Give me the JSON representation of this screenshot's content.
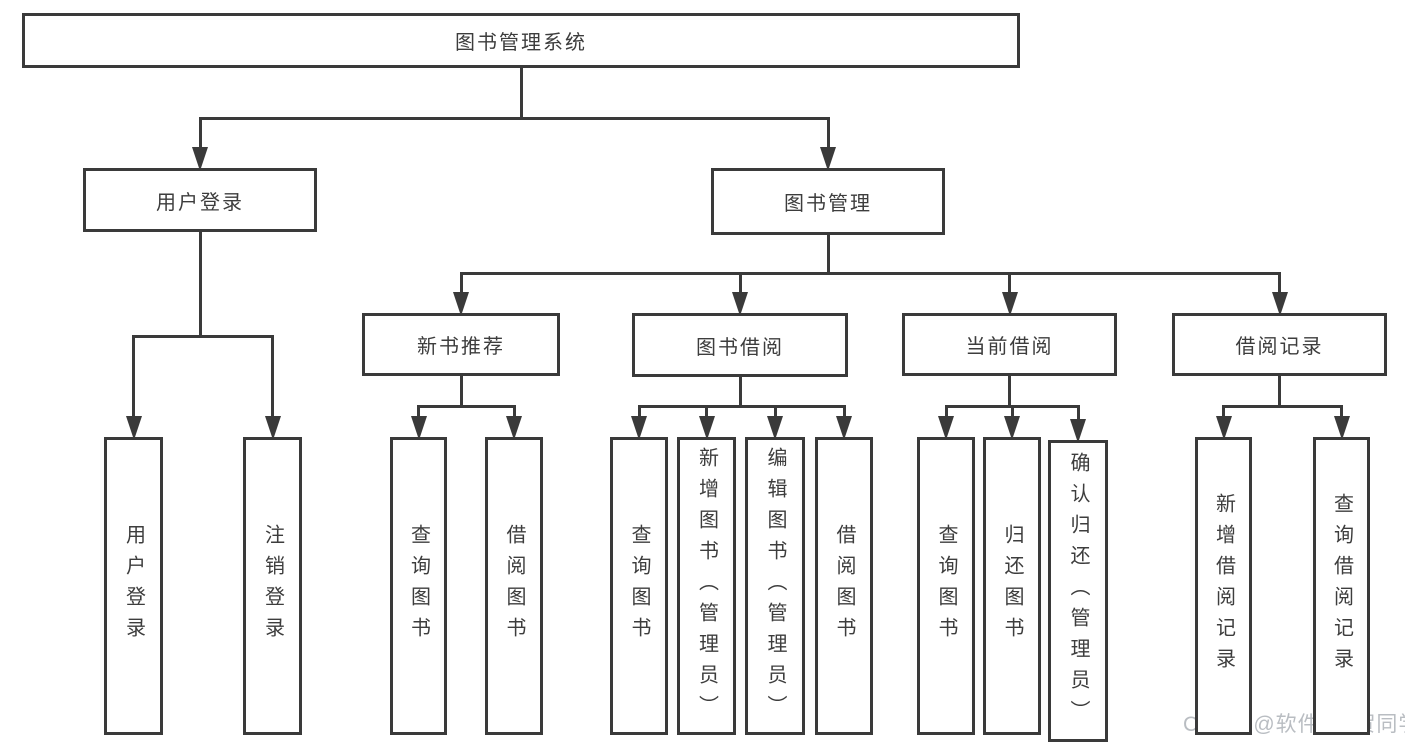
{
  "watermark": "CSDN @软件_小贺同学",
  "colors": {
    "line": "#3a3a3a",
    "text": "#3d3d3d",
    "watermark": "#b9bdc2",
    "background": "#ffffff"
  },
  "tree": {
    "id": "root",
    "label": "图书管理系统",
    "children": [
      {
        "id": "user-login",
        "label": "用户登录",
        "children": [
          {
            "id": "user-login-leaf",
            "label": "用户登录"
          },
          {
            "id": "logout",
            "label": "注销登录"
          }
        ]
      },
      {
        "id": "book-mgmt",
        "label": "图书管理",
        "children": [
          {
            "id": "new-book-rec",
            "label": "新书推荐",
            "children": [
              {
                "id": "nb-query",
                "label": "查询图书"
              },
              {
                "id": "nb-borrow",
                "label": "借阅图书"
              }
            ]
          },
          {
            "id": "book-borrow",
            "label": "图书借阅",
            "children": [
              {
                "id": "bb-query",
                "label": "查询图书"
              },
              {
                "id": "bb-add",
                "label": "新增图书（管理员）"
              },
              {
                "id": "bb-edit",
                "label": "编辑图书（管理员）"
              },
              {
                "id": "bb-borrow",
                "label": "借阅图书"
              }
            ]
          },
          {
            "id": "current-borrow",
            "label": "当前借阅",
            "children": [
              {
                "id": "cb-query",
                "label": "查询图书"
              },
              {
                "id": "cb-return",
                "label": "归还图书"
              },
              {
                "id": "cb-confirm",
                "label": "确认归还（管理员）"
              }
            ]
          },
          {
            "id": "borrow-records",
            "label": "借阅记录",
            "children": [
              {
                "id": "br-add",
                "label": "新增借阅记录"
              },
              {
                "id": "br-query",
                "label": "查询借阅记录"
              }
            ]
          }
        ]
      }
    ]
  }
}
